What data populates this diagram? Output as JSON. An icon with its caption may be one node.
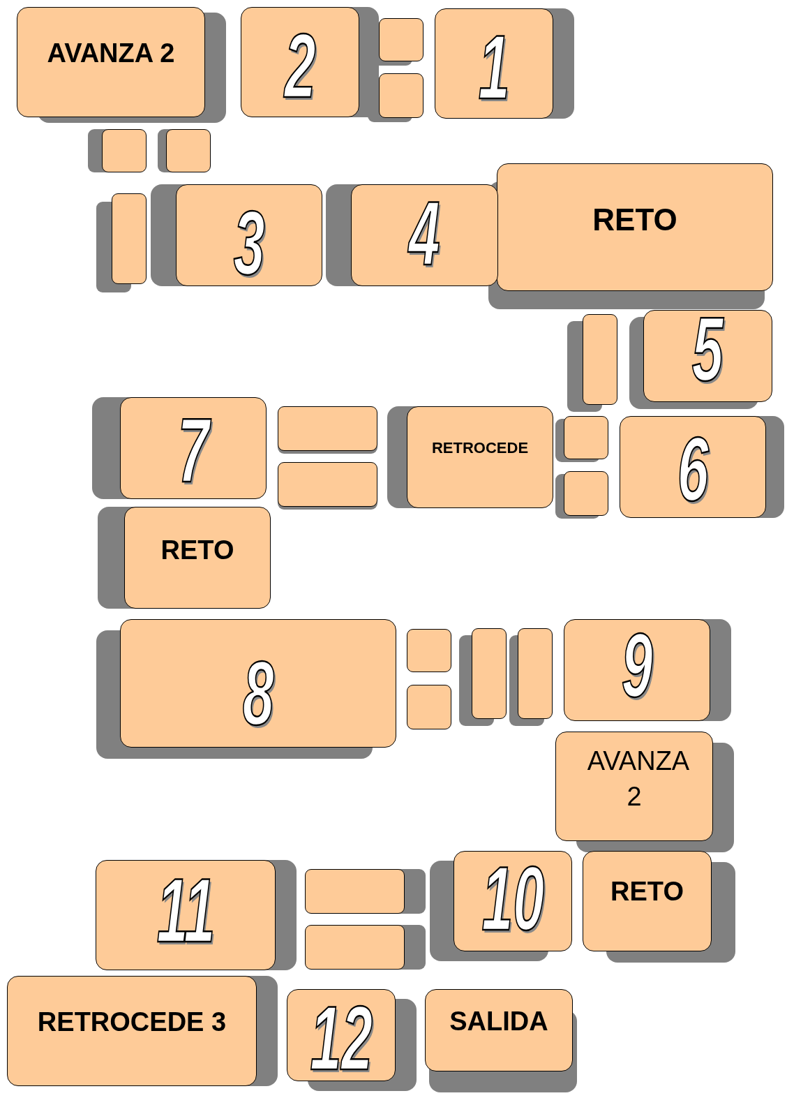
{
  "diagram": {
    "nodes": [
      {
        "text": [
          "AVANZA 2"
        ]
      },
      {
        "text": [
          "2"
        ]
      },
      {
        "text": [],
        "shape": "box"
      },
      {
        "text": [],
        "shape": "box"
      },
      {
        "text": [
          "1"
        ]
      },
      {
        "text": [],
        "shape": "box"
      },
      {
        "text": [],
        "shape": "box"
      },
      {
        "text": [
          "RETO"
        ]
      },
      {
        "text": [],
        "shape": "box"
      },
      {
        "text": [
          "3"
        ]
      },
      {
        "text": [
          "4"
        ]
      },
      {
        "text": [],
        "shape": "box"
      },
      {
        "text": [
          "5"
        ]
      },
      {
        "text": [
          "7"
        ]
      },
      {
        "text": [],
        "shape": "box"
      },
      {
        "text": [],
        "shape": "box"
      },
      {
        "text": [
          "RETROCEDE"
        ]
      },
      {
        "text": [],
        "shape": "box"
      },
      {
        "text": [],
        "shape": "box"
      },
      {
        "text": [
          "6"
        ]
      },
      {
        "text": [
          "RETO"
        ]
      },
      {
        "text": [
          "8"
        ]
      },
      {
        "text": [],
        "shape": "box"
      },
      {
        "text": [],
        "shape": "box"
      },
      {
        "text": [],
        "shape": "box"
      },
      {
        "text": [],
        "shape": "box"
      },
      {
        "text": [
          "9"
        ]
      },
      {
        "text": [
          "AVANZA 2"
        ]
      },
      {
        "text": [
          "11"
        ]
      },
      {
        "text": [],
        "shape": "box"
      },
      {
        "text": [],
        "shape": "box"
      },
      {
        "text": [
          "10"
        ]
      },
      {
        "text": [
          "RETO"
        ]
      },
      {
        "text": [
          "RETROCEDE 3"
        ]
      },
      {
        "text": [
          "12"
        ]
      },
      {
        "text": [
          "SALIDA"
        ]
      }
    ]
  }
}
